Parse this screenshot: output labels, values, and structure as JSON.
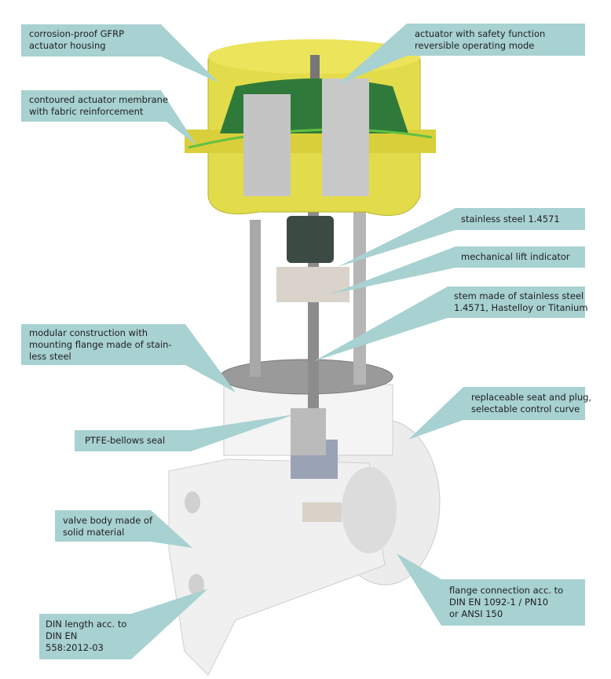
{
  "callout_color": "#a8d1d1",
  "callouts": [
    {
      "id": "housing",
      "text": "corrosion-proof GFRP\nactuator housing"
    },
    {
      "id": "membrane",
      "text": "contoured actuator membrane\nwith fabric reinforcement"
    },
    {
      "id": "safety",
      "text": "actuator with safety function\nreversible operating mode"
    },
    {
      "id": "steel",
      "text": "stainless steel 1.4571"
    },
    {
      "id": "lift",
      "text": "mechanical lift indicator"
    },
    {
      "id": "stem",
      "text": "stem made of stainless steel\n1.4571, Hastelloy or Titanium"
    },
    {
      "id": "modular",
      "text": "modular construction with\nmounting flange made of stain-\nless steel"
    },
    {
      "id": "ptfe",
      "text": "PTFE-bellows seal"
    },
    {
      "id": "seat",
      "text": "replaceable seat and plug,\nselectable control curve"
    },
    {
      "id": "body",
      "text": "valve body made of\nsolid material"
    },
    {
      "id": "din",
      "text": "DIN length acc. to\nDIN EN\n558:2012-03"
    },
    {
      "id": "flange",
      "text": "flange connection acc. to\nDIN EN 1092-1 / PN10\nor ANSI 150"
    }
  ]
}
